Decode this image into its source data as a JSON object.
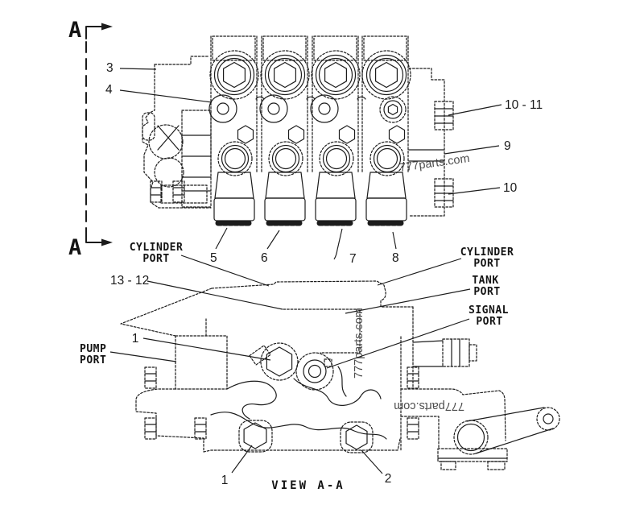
{
  "diagram": {
    "view_title": "VIEW A-A",
    "section_marker": "A",
    "watermark": "777parts.com",
    "callouts": {
      "c3": "3",
      "c4": "4",
      "c10_11": "10 - 11",
      "c9": "9",
      "c10": "10",
      "c5": "5",
      "c6": "6",
      "c7": "7",
      "c8": "8",
      "c13_12": "13 - 12",
      "c1_mid": "1",
      "c1_bot": "1",
      "c2": "2"
    },
    "port_labels": {
      "cylinder_left": [
        "CYLINDER",
        "PORT"
      ],
      "cylinder_right": [
        "CYLINDER",
        "PORT"
      ],
      "tank": [
        "TANK",
        "PORT"
      ],
      "signal": [
        "SIGNAL",
        "PORT"
      ],
      "pump": [
        "PUMP",
        "PORT"
      ]
    }
  }
}
